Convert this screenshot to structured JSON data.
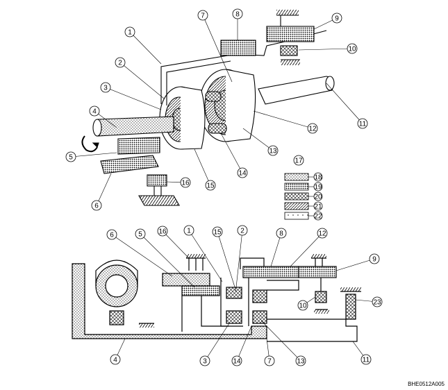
{
  "callouts": [
    "1",
    "2",
    "3",
    "4",
    "5",
    "6",
    "7",
    "8",
    "9",
    "10",
    "11",
    "12",
    "13",
    "14",
    "15",
    "16",
    "17",
    "18",
    "19",
    "20",
    "21",
    "22",
    "23"
  ],
  "legend": {
    "header": "17",
    "entries": [
      {
        "label": "18",
        "pattern": "fine-dots"
      },
      {
        "label": "19",
        "pattern": "dense-dots"
      },
      {
        "label": "20",
        "pattern": "cross-hatch"
      },
      {
        "label": "21",
        "pattern": "diagonal-hatch"
      },
      {
        "label": "22",
        "pattern": "sparse-dots"
      }
    ]
  },
  "figure_code": "BHE0512A005",
  "icons": [
    "rotation-arrow-icon"
  ]
}
